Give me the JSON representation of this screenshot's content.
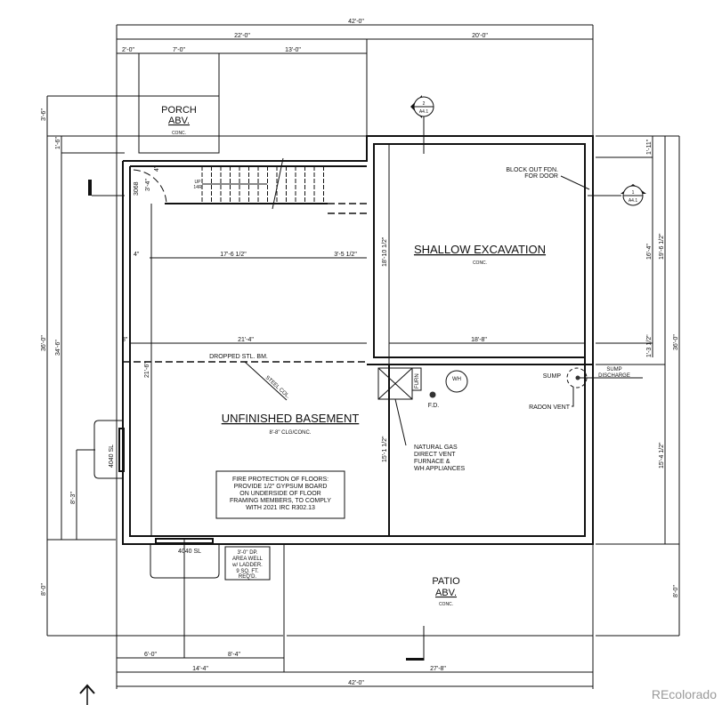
{
  "rooms": {
    "porch": {
      "title": "PORCH",
      "sub": "ABV.",
      "material": "CONC."
    },
    "shallow": {
      "title": "SHALLOW EXCAVATION",
      "material": "CONC."
    },
    "basement": {
      "title": "UNFINISHED BASEMENT",
      "material": "8'-8\" CLG/CONC."
    },
    "patio": {
      "title": "PATIO",
      "sub": "ABV.",
      "material": "CONC."
    }
  },
  "notes": {
    "block_out": [
      "BLOCK OUT FDN.",
      "FOR DOOR"
    ],
    "dropped_beam": "DROPPED STL. BM.",
    "steel_col": "STEEL COL.",
    "fire": [
      "FIRE PROTECTION OF FLOORS:",
      "PROVIDE 1/2\" GYPSUM BOARD",
      "ON UNDERSIDE OF FLOOR",
      "FRAMING MEMBERS, TO COMPLY",
      "WITH 2021 IRC R302.13"
    ],
    "gas": [
      "NATURAL GAS",
      "DIRECT VENT",
      "FURNACE &",
      "WH APPLIANCES"
    ],
    "area_well": [
      "3'-0\" DP.",
      "AREA WELL",
      "w/ LADDER.",
      "9 SQ. FT.",
      "REQ'D."
    ],
    "sump": "SUMP",
    "sump_discharge": [
      "SUMP",
      "DISCHARGE"
    ],
    "radon": "RADON VENT",
    "fd": "F.D.",
    "wh": "WH",
    "furn": "FURN",
    "up": [
      "UP",
      "14R"
    ],
    "window_side": "4040 SL",
    "window_bottom": "4040 SL",
    "door": "3068"
  },
  "section_markers": [
    {
      "num": "2",
      "sheet": "A4.1"
    },
    {
      "num": "1",
      "sheet": "A4.1"
    }
  ],
  "dims": {
    "top_total": "42'-0\"",
    "top_left": "22'-0\"",
    "top_right": "20'-0\"",
    "top_a": "2'-0\"",
    "top_b": "7'-0\"",
    "top_c": "13'-0\"",
    "stair_run": "17'-6 1/2\"",
    "stair_right": "3'-5 1/2\"",
    "stair_4": "4\"",
    "stair_h": "3'-4\"",
    "stair_4b": "4\"",
    "wall_8a": "8\"",
    "bsmt_width": "21'-4\"",
    "shallow_width": "18'-8\"",
    "shallow_h": "18'-10 1/2\"",
    "bsmt_h": "21'-6\"",
    "mech_h": "15'-1 1/2\"",
    "left_a": "3'-6\"",
    "left_b": "1'-6\"",
    "left_c": "36'-0\"",
    "left_d": "34'-6\"",
    "left_e": "8'-3\"",
    "left_f": "8'-0\"",
    "right_a": "1'-11\"",
    "right_b": "16'-4\"",
    "right_c": "1'-3 1/2\"",
    "right_d": "19'-6 1/2\"",
    "right_e": "15'-4 1/2\"",
    "right_f": "36'-0\"",
    "right_g": "8'-0\"",
    "bot_a": "6'-0\"",
    "bot_b": "8'-4\"",
    "bot_c": "14'-4\"",
    "bot_d": "27'-8\"",
    "bot_total": "42'-0\""
  },
  "watermark": "REcolorado"
}
